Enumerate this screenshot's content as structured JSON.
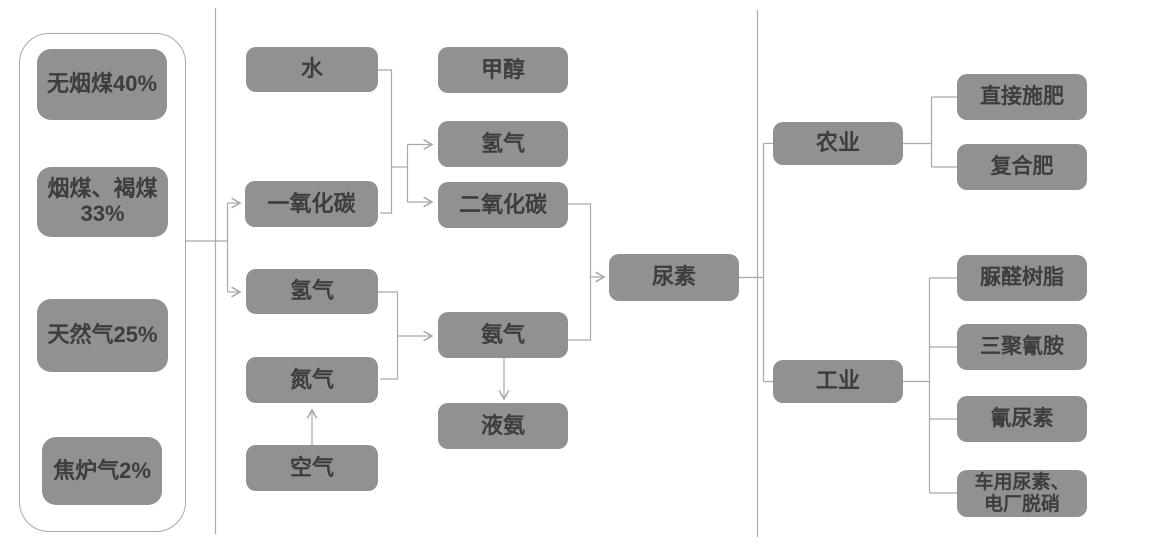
{
  "colors": {
    "box_fill": "#919191",
    "box_text": "#3d3d3d",
    "line": "#a9a9a9",
    "background": "#ffffff"
  },
  "sources": {
    "anthracite": "无烟煤40%",
    "bituminous_lignite": "烟煤、褐煤\n33%",
    "natural_gas": "天然气25%",
    "coke_oven_gas": "焦炉气2%"
  },
  "nodes": {
    "water": "水",
    "carbon_monoxide": "一氧化碳",
    "hydrogen_mid": "氢气",
    "nitrogen": "氮气",
    "air": "空气",
    "methanol": "甲醇",
    "hydrogen_right": "氢气",
    "carbon_dioxide": "二氧化碳",
    "ammonia": "氨气",
    "liquid_ammonia": "液氨",
    "urea": "尿素",
    "agriculture": "农业",
    "industry": "工业",
    "direct_fertilization": "直接施肥",
    "compound_fertilizer": "复合肥",
    "urea_formaldehyde_resin": "脲醛树脂",
    "melamine": "三聚氰胺",
    "cyanuric_urea": "氰尿素",
    "vehicle_urea_denitration": "车用尿素、\n电厂脱硝"
  }
}
